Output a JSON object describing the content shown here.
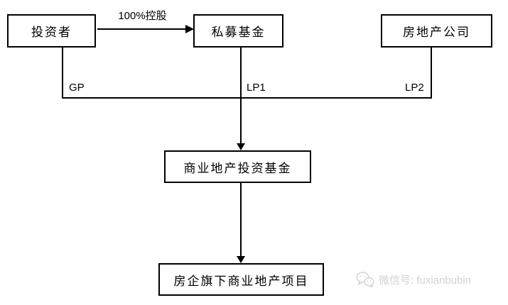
{
  "diagram": {
    "nodes": {
      "investor": "投资者",
      "private_fund": "私募基金",
      "realestate_company": "房地产公司",
      "commercial_fund": "商业地产投资基金",
      "project": "房企旗下商业地产项目"
    },
    "edge_labels": {
      "control": "100%控股",
      "gp": "GP",
      "lp1": "LP1",
      "lp2": "LP2"
    },
    "colors": {
      "line": "#000000",
      "box_border": "#000000",
      "background": "#ffffff",
      "watermark": "#d2d2d2"
    }
  },
  "watermark": {
    "icon": "wechat-icon",
    "text": "微信号: fuxianbubin"
  }
}
